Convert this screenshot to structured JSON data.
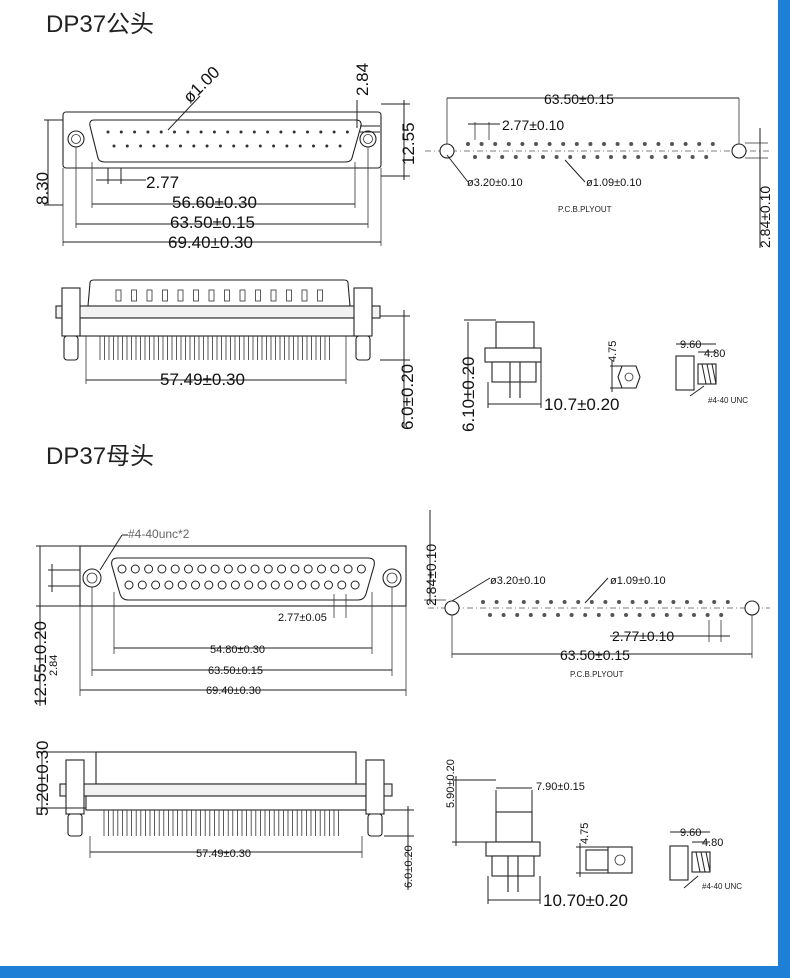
{
  "male": {
    "title": "DP37公头",
    "front": {
      "hole_dia": "ø1.00",
      "top_offset": "2.84",
      "height": "12.55",
      "side_height": "8.30",
      "pitch": "2.77",
      "pin_span": "56.60±0.30",
      "mount_span": "63.50±0.15",
      "overall": "69.40±0.30"
    },
    "pcb": {
      "span": "63.50±0.15",
      "pitch": "2.77±0.10",
      "mount_hole": "ø3.20±0.10",
      "pin_hole": "ø1.09±0.10",
      "row_gap": "2.84±0.10",
      "caption": "P.C.B.PLYOUT"
    },
    "side": {
      "tail_span": "57.49±0.30",
      "tail_length": "6.0±0.20"
    },
    "profile": {
      "height": "6.10±0.20",
      "depth": "10.7±0.20"
    },
    "nut": {
      "size": "4.75"
    },
    "screw": {
      "length": "9.60",
      "thread": "4.80",
      "spec": "#4-40 UNC"
    }
  },
  "female": {
    "title": "DP37母头",
    "front": {
      "screw_note": "#4-40unc*2",
      "pitch": "2.77±0.05",
      "pin_span": "54.80±0.30",
      "mount_span": "63.50±0.15",
      "overall": "69.40±0.30",
      "height": "12.55±0.20",
      "offset": "2.84"
    },
    "pcb": {
      "row_gap": "2.84±0.10",
      "mount_hole": "ø3.20±0.10",
      "pin_hole": "ø1.09±0.10",
      "pitch": "2.77±0.10",
      "span": "63.50±0.15",
      "caption": "P.C.B.PLYOUT"
    },
    "side": {
      "height": "5.20±0.30",
      "tail_span": "57.49±0.30",
      "tail_length": "6.0±0.20"
    },
    "profile": {
      "height": "5.90±0.20",
      "width": "7.90±0.15",
      "depth": "10.70±0.20"
    },
    "nut": {
      "size": "4.75"
    },
    "screw": {
      "length": "9.60",
      "thread": "4.80",
      "spec": "#4-40 UNC"
    }
  }
}
